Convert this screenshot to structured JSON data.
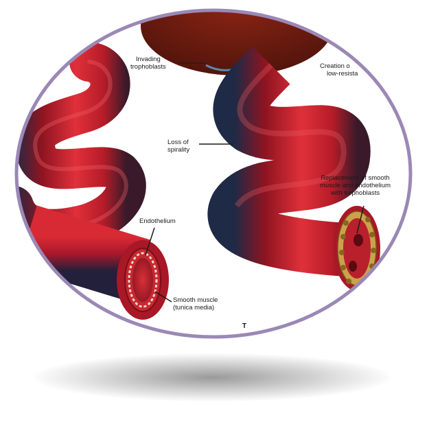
{
  "labels": {
    "invading": [
      "Invading",
      "trophoblasts"
    ],
    "creation": [
      "Creation o",
      "low-resista"
    ],
    "loss": [
      "Loss of",
      "spirality"
    ],
    "replacement": [
      "Replacement of smooth",
      "muscle and endothelium",
      "with trophoblasts"
    ],
    "endothelium": "Endothelium",
    "smooth_muscle": [
      "Smooth muscle",
      "(tunica media)"
    ],
    "bottom_fragment": "T"
  },
  "colors": {
    "frame": "#9b88b5",
    "vessel_red": "#c8202c",
    "vessel_dark": "#1e2a46",
    "placenta": "#6b1a10",
    "trophoblast": "#c9a24a"
  }
}
